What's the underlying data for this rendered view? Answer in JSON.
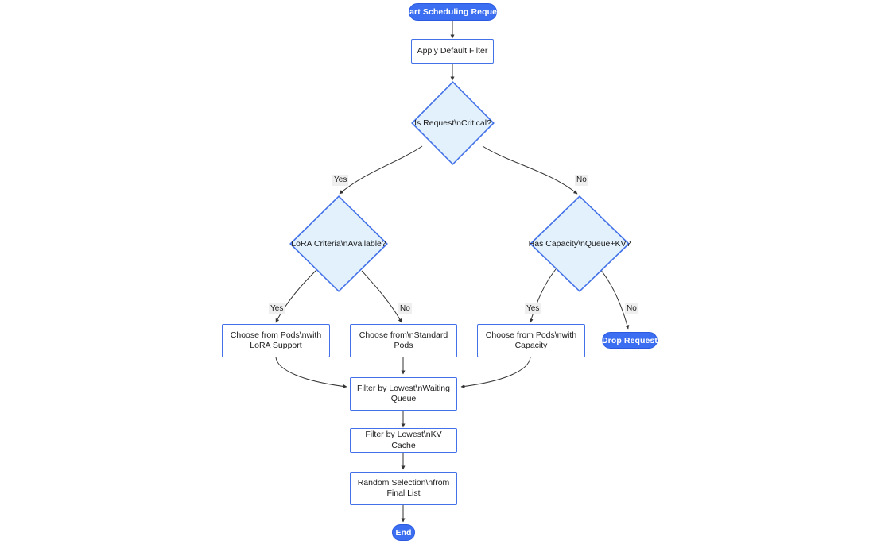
{
  "diagram": {
    "title": "Start Scheduling Request",
    "type": "flowchart",
    "orientation": "top-down",
    "colors": {
      "terminal_fill": "#3b6ef0",
      "terminal_text": "#ffffff",
      "process_fill": "#ffffff",
      "process_border": "#4271e8",
      "decision_fill": "#e3f1fc",
      "decision_border": "#4271e8",
      "edge_stroke": "#333333",
      "edge_label_bg": "#efefef",
      "text": "#1b1b1b",
      "background": "#ffffff"
    },
    "nodes": [
      {
        "id": "start",
        "kind": "terminal",
        "label": "Start Scheduling Request"
      },
      {
        "id": "apply_filter",
        "kind": "process",
        "label": "Apply Default Filter"
      },
      {
        "id": "is_critical",
        "kind": "decision",
        "label": "Is Request\\nCritical?"
      },
      {
        "id": "lora_criteria",
        "kind": "decision",
        "label": "LoRA Criteria\\nAvailable?"
      },
      {
        "id": "has_capacity",
        "kind": "decision",
        "label": "Has Capacity\\nQueue+KV?"
      },
      {
        "id": "pods_lora",
        "kind": "process",
        "line1": "Choose from Pods\\nwith",
        "line2": "LoRA Support"
      },
      {
        "id": "pods_standard",
        "kind": "process",
        "line1": "Choose from\\nStandard",
        "line2": "Pods"
      },
      {
        "id": "pods_capacity",
        "kind": "process",
        "line1": "Choose from Pods\\nwith",
        "line2": "Capacity"
      },
      {
        "id": "drop_request",
        "kind": "terminal",
        "label": "Drop Request"
      },
      {
        "id": "filter_queue",
        "kind": "process",
        "line1": "Filter by Lowest\\nWaiting",
        "line2": "Queue"
      },
      {
        "id": "filter_kv",
        "kind": "process",
        "label": "Filter by Lowest\\nKV Cache"
      },
      {
        "id": "random_sel",
        "kind": "process",
        "line1": "Random Selection\\nfrom",
        "line2": "Final List"
      },
      {
        "id": "end",
        "kind": "terminal",
        "label": "End"
      }
    ],
    "edge_labels": {
      "critical_yes": "Yes",
      "critical_no": "No",
      "lora_yes": "Yes",
      "lora_no": "No",
      "capacity_yes": "Yes",
      "capacity_no": "No"
    },
    "edges": [
      {
        "from": "start",
        "to": "apply_filter",
        "label": ""
      },
      {
        "from": "apply_filter",
        "to": "is_critical",
        "label": ""
      },
      {
        "from": "is_critical",
        "to": "lora_criteria",
        "label": "Yes"
      },
      {
        "from": "is_critical",
        "to": "has_capacity",
        "label": "No"
      },
      {
        "from": "lora_criteria",
        "to": "pods_lora",
        "label": "Yes"
      },
      {
        "from": "lora_criteria",
        "to": "pods_standard",
        "label": "No"
      },
      {
        "from": "has_capacity",
        "to": "pods_capacity",
        "label": "Yes"
      },
      {
        "from": "has_capacity",
        "to": "drop_request",
        "label": "No"
      },
      {
        "from": "pods_lora",
        "to": "filter_queue",
        "label": ""
      },
      {
        "from": "pods_standard",
        "to": "filter_queue",
        "label": ""
      },
      {
        "from": "pods_capacity",
        "to": "filter_queue",
        "label": ""
      },
      {
        "from": "filter_queue",
        "to": "filter_kv",
        "label": ""
      },
      {
        "from": "filter_kv",
        "to": "random_sel",
        "label": ""
      },
      {
        "from": "random_sel",
        "to": "end",
        "label": ""
      }
    ]
  }
}
